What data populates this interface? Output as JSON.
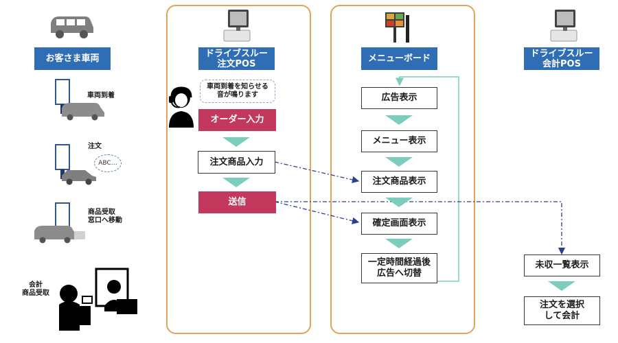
{
  "colors": {
    "header": "#2f6db5",
    "frame": "#e0a35a",
    "accent_red": "#c2395d",
    "arrow": "#7ccdbb",
    "link": "#2b3f8a"
  },
  "customer": {
    "header": "お客さま車両",
    "steps": [
      {
        "label": "車両到着"
      },
      {
        "label": "注文",
        "bubble": "ABC…"
      },
      {
        "label": "商品受取\n窓口へ移動"
      },
      {
        "label": "会計\n商品受取"
      }
    ]
  },
  "order_pos": {
    "header": "ドライブスルー\n注文POS",
    "notice": "車両到着を知らせる\n音が鳴ります",
    "steps": [
      "オーダー入力",
      "注文商品入力",
      "送信"
    ]
  },
  "menu_board": {
    "header": "メニューボード",
    "steps": [
      "広告表示",
      "メニュー表示",
      "注文商品表示",
      "確定画面表示",
      "一定時間経過後\n広告へ切替"
    ]
  },
  "checkout_pos": {
    "header": "ドライブスルー\n会計POS",
    "steps": [
      "未収一覧表示",
      "注文を選択\nして会計"
    ]
  }
}
